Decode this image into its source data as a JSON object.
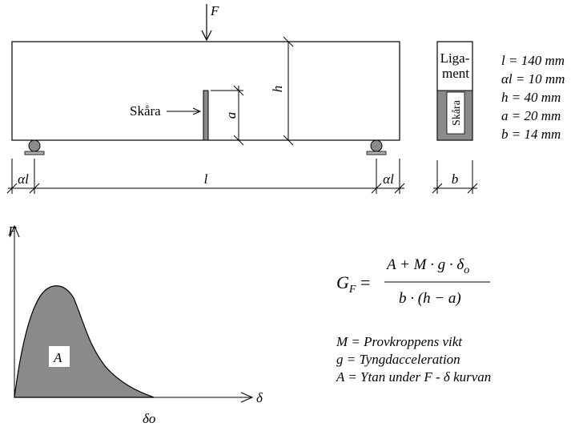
{
  "beam": {
    "force_label": "F",
    "height_label": "h",
    "notch_depth_label": "a",
    "notch_label": "Skåra",
    "span_label": "l",
    "overhang_label": "αl"
  },
  "cross_section": {
    "ligament_line1": "Liga-",
    "ligament_line2": "ment",
    "notch_label": "Skåra",
    "width_label": "b"
  },
  "dimensions": [
    "l = 140 mm",
    "αl = 10 mm",
    "h = 40 mm",
    "a = 20 mm",
    "b = 14 mm"
  ],
  "graph": {
    "y_label": "F",
    "x_label": "δ",
    "area_label": "A",
    "end_label": "δo"
  },
  "formula": {
    "lhs": "G",
    "lhs_sub": "F",
    "numerator": "A + M · g · δ",
    "numerator_sub": "o",
    "denominator": "b · (h − a)"
  },
  "definitions": [
    "M = Provkroppens vikt",
    "g = Tyngdacceleration",
    "A = Ytan under F - δ kurvan"
  ],
  "colors": {
    "fill": "#8a8a8a",
    "line": "#000000"
  }
}
